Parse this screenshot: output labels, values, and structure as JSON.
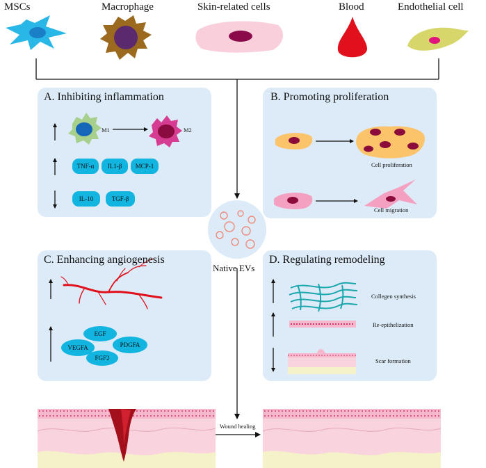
{
  "sources": [
    "MSCs",
    "Macrophage",
    "Skin-related cells",
    "Blood",
    "Endothelial cell"
  ],
  "panel_a": {
    "title": "A. Inhibiting inflammation",
    "m1": "M1",
    "m2": "M2",
    "up_factors": [
      "TNF-α",
      "IL1-β",
      "MCP-1"
    ],
    "down_factors": [
      "IL-10",
      "TGF-β"
    ]
  },
  "panel_b": {
    "title": "B. Promoting proliferation",
    "proliferation": "Cell proliferation",
    "migration": "Cell migration"
  },
  "panel_c": {
    "title": "C. Enhancing angiogenesis",
    "factors": [
      "EGF",
      "VEGFA",
      "PDGFA",
      "FGF2"
    ]
  },
  "panel_d": {
    "title": "D. Regulating remodeling",
    "collagen": "Collegen synthesis",
    "reepi": "Re-epithelization",
    "scar": "Scar formation"
  },
  "center_label": "Native EVs",
  "wound_label": "Wound healing",
  "colors": {
    "panel_bg": "#dcebf7",
    "pill": "#12b4e0",
    "skin_pink": "#f8d3dc",
    "fat_yellow": "#f5f1c8",
    "blood_red": "#e0101c"
  }
}
